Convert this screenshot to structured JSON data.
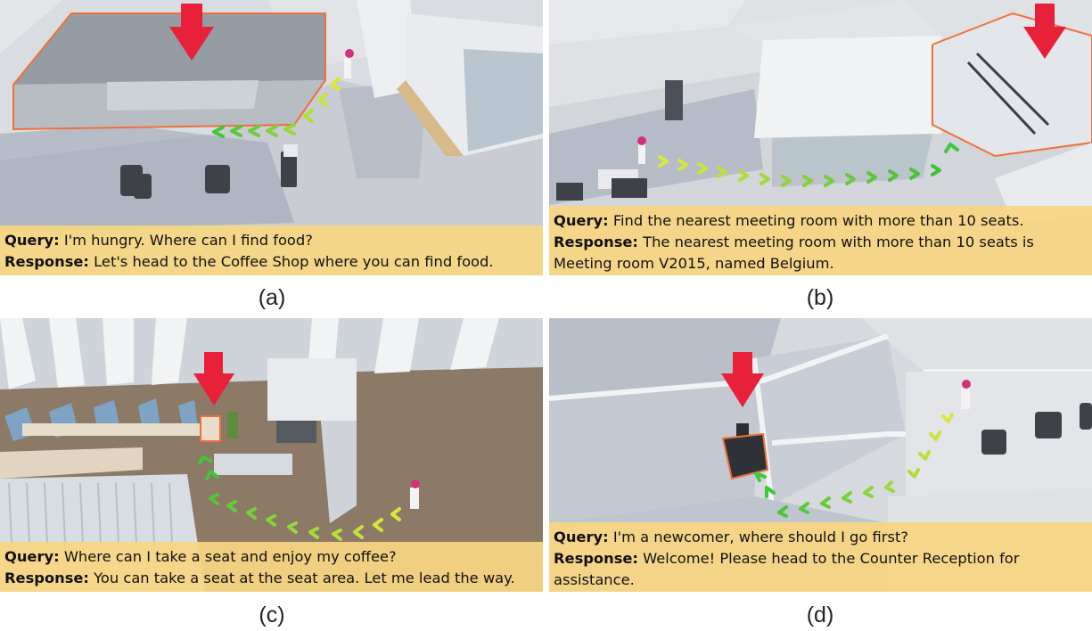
{
  "panels": [
    {
      "label": "(a)",
      "query_label": "Query:",
      "query": "I'm hungry. Where can I find food?",
      "response_label": "Response:",
      "response": "Let's head to the Coffee Shop where you can find food."
    },
    {
      "label": "(b)",
      "query_label": "Query:",
      "query": "Find the nearest meeting room with more than 10 seats.",
      "response_label": "Response:",
      "response": "The nearest meeting room with more than 10 seats is Meeting room V2015, named Belgium."
    },
    {
      "label": "(c)",
      "query_label": "Query:",
      "query": "Where can I take a seat and enjoy my coffee?",
      "response_label": "Response:",
      "response": "You can take a seat at the seat area. Let me lead the way."
    },
    {
      "label": "(d)",
      "query_label": "Query:",
      "query": "I'm a newcomer, where should I go first?",
      "response_label": "Response:",
      "response": "Welcome! Please head to the Counter Reception for assistance."
    }
  ],
  "colors": {
    "target_arrow": "#e8203a",
    "path_start": "#d8e83a",
    "path_end": "#3ec83a",
    "caption_bg": "#f7d682",
    "target_outline": "#f0703a"
  }
}
